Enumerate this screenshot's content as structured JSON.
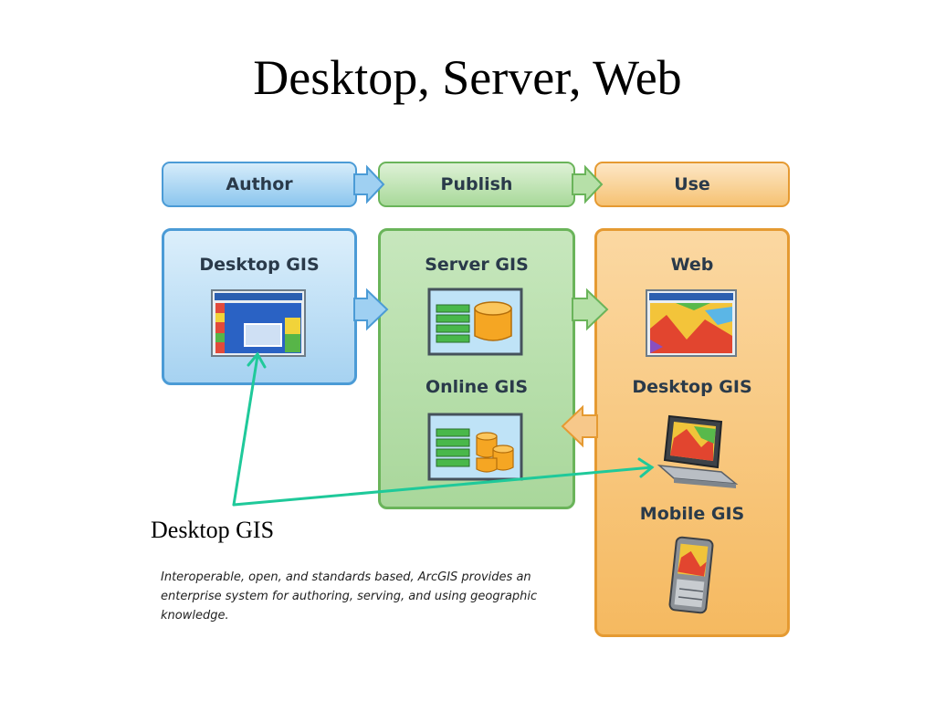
{
  "title": "Desktop, Server, Web",
  "flow": {
    "author": "Author",
    "publish": "Publish",
    "use": "Use"
  },
  "author_panel": {
    "label": "Desktop GIS"
  },
  "publish_panel": {
    "server_label": "Server GIS",
    "online_label": "Online GIS"
  },
  "use_panel": {
    "web_label": "Web",
    "desktop_label": "Desktop GIS",
    "mobile_label": "Mobile GIS"
  },
  "annotation": {
    "label": "Desktop GIS"
  },
  "caption": "Interoperable, open, and standards based, ArcGIS provides an enterprise system for authoring, serving, and using geographic knowledge.",
  "colors": {
    "blue": "#4b9bd6",
    "green": "#6ab45a",
    "orange": "#e59a32",
    "pointer": "#1fc99a"
  }
}
